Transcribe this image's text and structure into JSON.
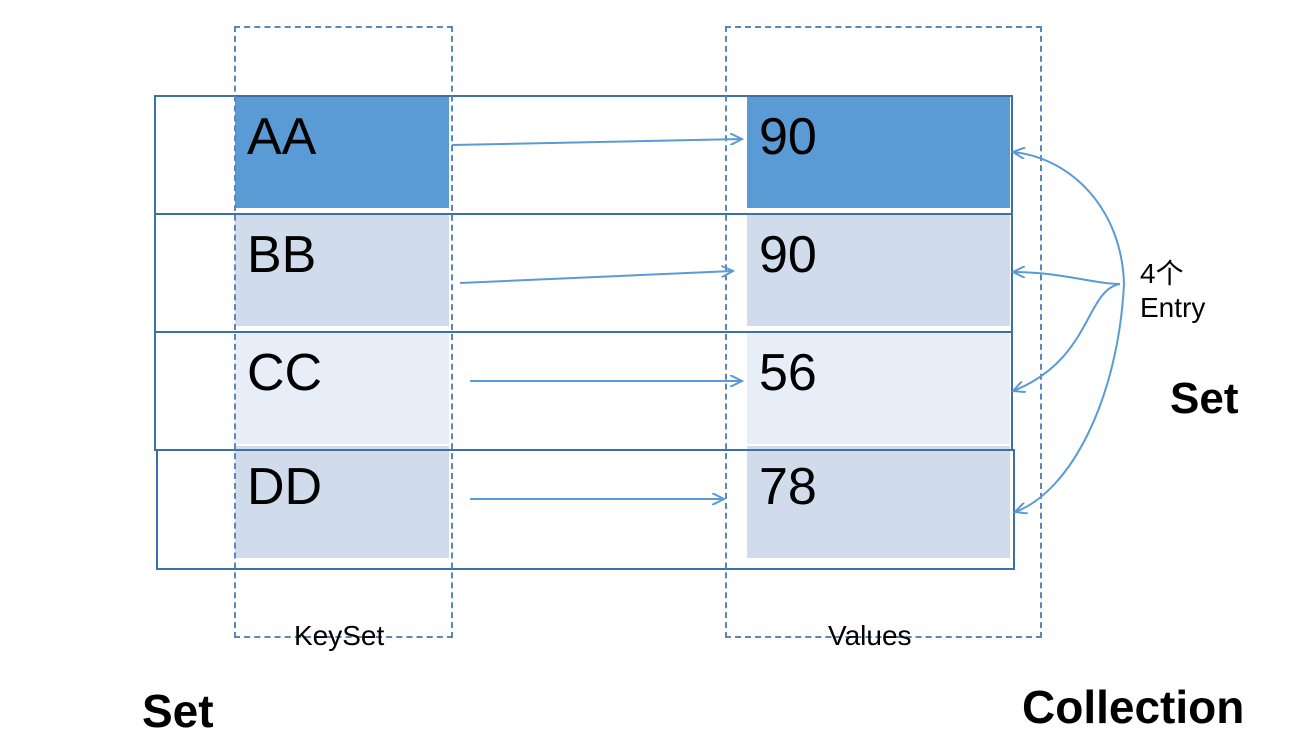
{
  "entries": [
    {
      "key": "AA",
      "value": "90",
      "shade": "#5b9bd5"
    },
    {
      "key": "BB",
      "value": "90",
      "shade": "#d0dcec"
    },
    {
      "key": "CC",
      "value": "56",
      "shade": "#e8eef7"
    },
    {
      "key": "DD",
      "value": "78",
      "shade": "#d0dcec"
    }
  ],
  "keyset_label": "KeySet",
  "values_label": "Values",
  "entry_count_label": "4个",
  "entry_label": "Entry",
  "right_set_label": "Set",
  "bottom_set_label": "Set",
  "collection_label": "Collection",
  "colors": {
    "arrow": "#5b9bd5",
    "frame": "#3d6fa8",
    "dash": "#5b87b8"
  }
}
